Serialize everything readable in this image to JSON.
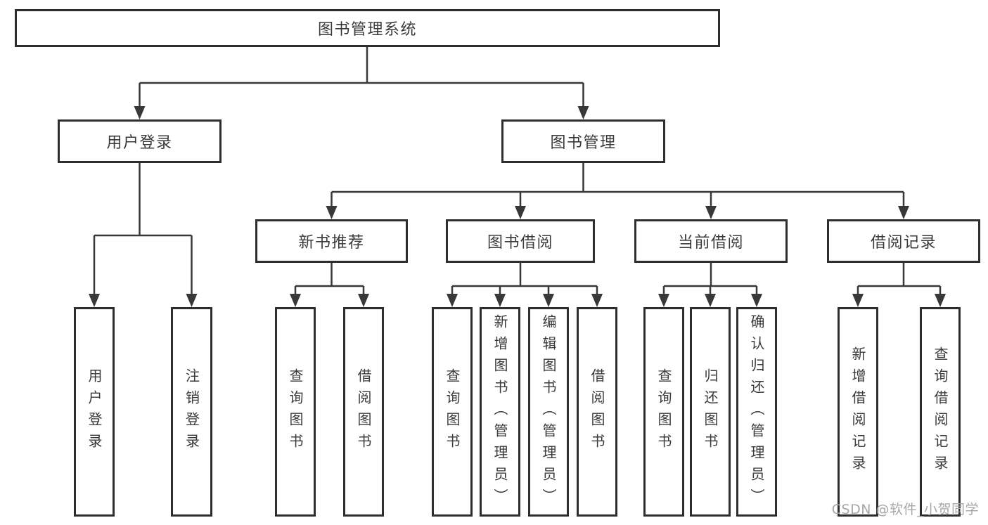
{
  "colors": {
    "line": "#383838",
    "box_border": "#2e2e2e",
    "text": "#3a3a3a",
    "watermark": "#a6a6a6",
    "background": "#ffffff"
  },
  "watermark": "CSDN @软件_小贺同学",
  "tree": {
    "root": {
      "label": "图书管理系统"
    },
    "children": [
      {
        "label": "用户登录",
        "children": [
          {
            "label": "用户登录"
          },
          {
            "label": "注销登录"
          }
        ]
      },
      {
        "label": "图书管理",
        "children": [
          {
            "label": "新书推荐",
            "children": [
              {
                "label": "查询图书"
              },
              {
                "label": "借阅图书"
              }
            ]
          },
          {
            "label": "图书借阅",
            "children": [
              {
                "label": "查询图书"
              },
              {
                "label": "新增图书（管理员）"
              },
              {
                "label": "编辑图书（管理员）"
              },
              {
                "label": "借阅图书"
              }
            ]
          },
          {
            "label": "当前借阅",
            "children": [
              {
                "label": "查询图书"
              },
              {
                "label": "归还图书"
              },
              {
                "label": "确认归还（管理员）"
              }
            ]
          },
          {
            "label": "借阅记录",
            "children": [
              {
                "label": "新增借阅记录"
              },
              {
                "label": "查询借阅记录"
              }
            ]
          }
        ]
      }
    ]
  }
}
